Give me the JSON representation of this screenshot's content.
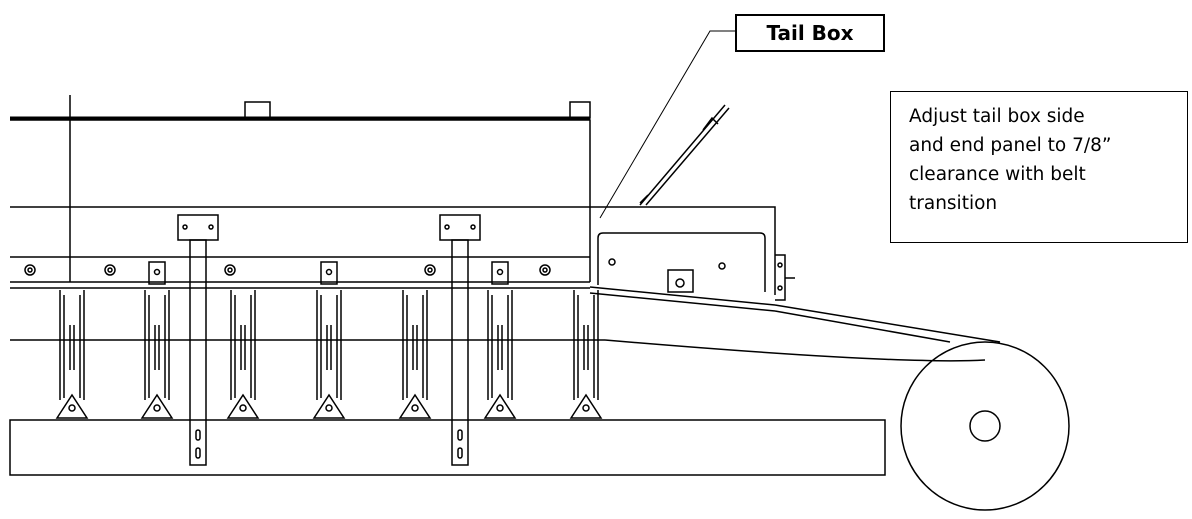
{
  "labels": {
    "tail_box": "Tail Box",
    "note_lines": [
      "Adjust tail box side",
      "and end panel to 7/8”",
      "clearance with belt",
      "transition"
    ]
  },
  "colors": {
    "line": "#000000",
    "background": "#ffffff"
  }
}
